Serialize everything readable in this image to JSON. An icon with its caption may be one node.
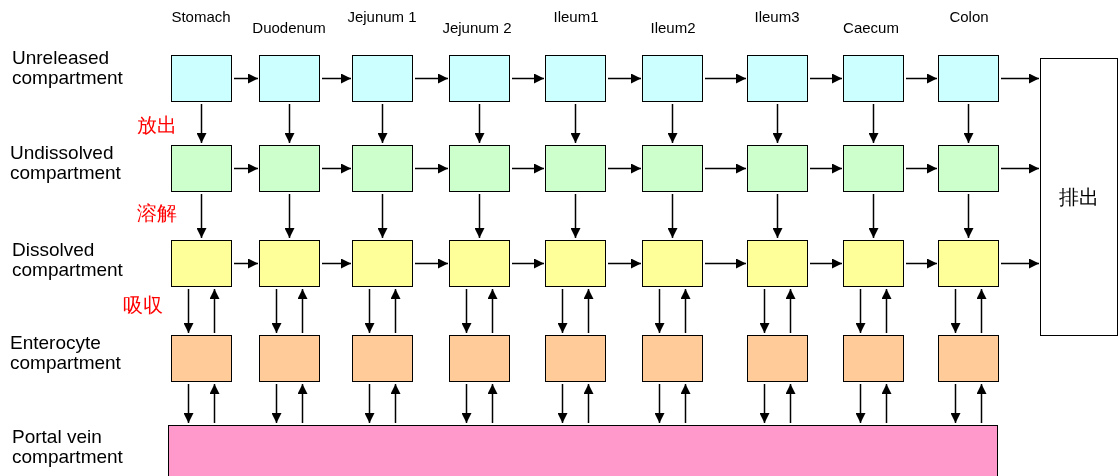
{
  "diagram": {
    "nodes": [
      {
        "text": [],
        "shape": "box"
      },
      {
        "text": [],
        "shape": "box"
      },
      {
        "text": [],
        "shape": "box"
      },
      {
        "text": [],
        "shape": "box"
      },
      {
        "text": [],
        "shape": "box"
      },
      {
        "text": [],
        "shape": "box"
      },
      {
        "text": [],
        "shape": "box"
      },
      {
        "text": [],
        "shape": "box"
      },
      {
        "text": [],
        "shape": "box"
      },
      {
        "text": [],
        "shape": "box"
      },
      {
        "text": [],
        "shape": "box"
      },
      {
        "text": [],
        "shape": "box"
      },
      {
        "text": [],
        "shape": "box"
      },
      {
        "text": [],
        "shape": "box"
      },
      {
        "text": [],
        "shape": "box"
      },
      {
        "text": [],
        "shape": "box"
      },
      {
        "text": [],
        "shape": "box"
      },
      {
        "text": [],
        "shape": "box"
      },
      {
        "text": [],
        "shape": "box"
      },
      {
        "text": [],
        "shape": "box"
      },
      {
        "text": [],
        "shape": "box"
      },
      {
        "text": [],
        "shape": "box"
      },
      {
        "text": [],
        "shape": "box"
      },
      {
        "text": [],
        "shape": "box"
      },
      {
        "text": [],
        "shape": "box"
      },
      {
        "text": [],
        "shape": "box"
      },
      {
        "text": [],
        "shape": "box"
      },
      {
        "text": [],
        "shape": "box"
      },
      {
        "text": [],
        "shape": "box"
      },
      {
        "text": [],
        "shape": "box"
      },
      {
        "text": [],
        "shape": "box"
      },
      {
        "text": [],
        "shape": "box"
      },
      {
        "text": [],
        "shape": "box"
      },
      {
        "text": [],
        "shape": "box"
      },
      {
        "text": [],
        "shape": "box"
      },
      {
        "text": [],
        "shape": "box"
      },
      {
        "text": [
          "排出"
        ]
      },
      {
        "text": [],
        "shape": "box"
      }
    ],
    "edges": [
      {
        "from": 0,
        "to": 1,
        "arrow": "to"
      },
      {
        "from": 1,
        "to": 2,
        "arrow": "to"
      },
      {
        "from": 2,
        "to": 3,
        "arrow": "to"
      },
      {
        "from": 3,
        "to": 4,
        "arrow": "to"
      },
      {
        "from": 4,
        "to": 5,
        "arrow": "to"
      },
      {
        "from": 5,
        "to": 6,
        "arrow": "to"
      },
      {
        "from": 6,
        "to": 7,
        "arrow": "to"
      },
      {
        "from": 7,
        "to": 8,
        "arrow": "to"
      },
      {
        "from": 8,
        "to": 36,
        "arrow": "to"
      },
      {
        "from": 0,
        "to": 9,
        "arrow": "to"
      },
      {
        "from": 1,
        "to": 10,
        "arrow": "to"
      },
      {
        "from": 2,
        "to": 11,
        "arrow": "to"
      },
      {
        "from": 3,
        "to": 12,
        "arrow": "to"
      },
      {
        "from": 4,
        "to": 13,
        "arrow": "to"
      },
      {
        "from": 5,
        "to": 14,
        "arrow": "to"
      },
      {
        "from": 6,
        "to": 15,
        "arrow": "to"
      },
      {
        "from": 7,
        "to": 16,
        "arrow": "to"
      },
      {
        "from": 8,
        "to": 17,
        "arrow": "to"
      },
      {
        "from": 9,
        "to": 10,
        "arrow": "to"
      },
      {
        "from": 10,
        "to": 11,
        "arrow": "to"
      },
      {
        "from": 11,
        "to": 12,
        "arrow": "to"
      },
      {
        "from": 12,
        "to": 13,
        "arrow": "to"
      },
      {
        "from": 13,
        "to": 14,
        "arrow": "to"
      },
      {
        "from": 14,
        "to": 15,
        "arrow": "to"
      },
      {
        "from": 15,
        "to": 16,
        "arrow": "to"
      },
      {
        "from": 16,
        "to": 17,
        "arrow": "to"
      },
      {
        "from": 17,
        "to": 36,
        "arrow": "to"
      },
      {
        "from": 9,
        "to": 18,
        "arrow": "to"
      },
      {
        "from": 10,
        "to": 19,
        "arrow": "to"
      },
      {
        "from": 11,
        "to": 20,
        "arrow": "to"
      },
      {
        "from": 12,
        "to": 21,
        "arrow": "to"
      },
      {
        "from": 13,
        "to": 22,
        "arrow": "to"
      },
      {
        "from": 14,
        "to": 23,
        "arrow": "to"
      },
      {
        "from": 15,
        "to": 24,
        "arrow": "to"
      },
      {
        "from": 16,
        "to": 25,
        "arrow": "to"
      },
      {
        "from": 17,
        "to": 26,
        "arrow": "to"
      },
      {
        "from": 18,
        "to": 19,
        "arrow": "to"
      },
      {
        "from": 19,
        "to": 20,
        "arrow": "to"
      },
      {
        "from": 20,
        "to": 21,
        "arrow": "to"
      },
      {
        "from": 21,
        "to": 22,
        "arrow": "to"
      },
      {
        "from": 22,
        "to": 23,
        "arrow": "to"
      },
      {
        "from": 23,
        "to": 24,
        "arrow": "to"
      },
      {
        "from": 24,
        "to": 25,
        "arrow": "to"
      },
      {
        "from": 25,
        "to": 26,
        "arrow": "to"
      },
      {
        "from": 26,
        "to": 36,
        "arrow": "to"
      },
      {
        "from": 18,
        "to": 27,
        "arrow": "to"
      },
      {
        "from": 27,
        "to": 18,
        "arrow": "to"
      },
      {
        "from": 19,
        "to": 28,
        "arrow": "to"
      },
      {
        "from": 28,
        "to": 19,
        "arrow": "to"
      },
      {
        "from": 20,
        "to": 29,
        "arrow": "to"
      },
      {
        "from": 29,
        "to": 20,
        "arrow": "to"
      },
      {
        "from": 21,
        "to": 30,
        "arrow": "to"
      },
      {
        "from": 30,
        "to": 21,
        "arrow": "to"
      },
      {
        "from": 22,
        "to": 31,
        "arrow": "to"
      },
      {
        "from": 31,
        "to": 22,
        "arrow": "to"
      },
      {
        "from": 23,
        "to": 32,
        "arrow": "to"
      },
      {
        "from": 32,
        "to": 23,
        "arrow": "to"
      },
      {
        "from": 24,
        "to": 33,
        "arrow": "to"
      },
      {
        "from": 33,
        "to": 24,
        "arrow": "to"
      },
      {
        "from": 25,
        "to": 34,
        "arrow": "to"
      },
      {
        "from": 34,
        "to": 25,
        "arrow": "to"
      },
      {
        "from": 26,
        "to": 35,
        "arrow": "to"
      },
      {
        "from": 35,
        "to": 26,
        "arrow": "to"
      },
      {
        "from": 27,
        "to": 37,
        "arrow": "to"
      },
      {
        "from": 37,
        "to": 27,
        "arrow": "to"
      },
      {
        "from": 28,
        "to": 37,
        "arrow": "to"
      },
      {
        "from": 37,
        "to": 28,
        "arrow": "to"
      },
      {
        "from": 29,
        "to": 37,
        "arrow": "to"
      },
      {
        "from": 37,
        "to": 29,
        "arrow": "to"
      },
      {
        "from": 30,
        "to": 37,
        "arrow": "to"
      },
      {
        "from": 37,
        "to": 30,
        "arrow": "to"
      },
      {
        "from": 31,
        "to": 37,
        "arrow": "to"
      },
      {
        "from": 37,
        "to": 31,
        "arrow": "to"
      },
      {
        "from": 32,
        "to": 37,
        "arrow": "to"
      },
      {
        "from": 37,
        "to": 32,
        "arrow": "to"
      },
      {
        "from": 33,
        "to": 37,
        "arrow": "to"
      },
      {
        "from": 37,
        "to": 33,
        "arrow": "to"
      },
      {
        "from": 34,
        "to": 37,
        "arrow": "to"
      },
      {
        "from": 37,
        "to": 34,
        "arrow": "to"
      },
      {
        "from": 35,
        "to": 37,
        "arrow": "to"
      },
      {
        "from": 37,
        "to": 35,
        "arrow": "to"
      }
    ],
    "labels": [
      "Stomach",
      "Duodenum",
      "Jejunum 1",
      "Jejunum 2",
      "Ileum1",
      "Ileum2",
      "Ileum3",
      "Caecum",
      "Colon",
      "Unreleased compartment",
      "放出",
      "Undissolved compartment",
      "溶解",
      "Dissolved compartment",
      "吸収",
      "Enterocyte compartment",
      "Portal vein compartment"
    ]
  }
}
